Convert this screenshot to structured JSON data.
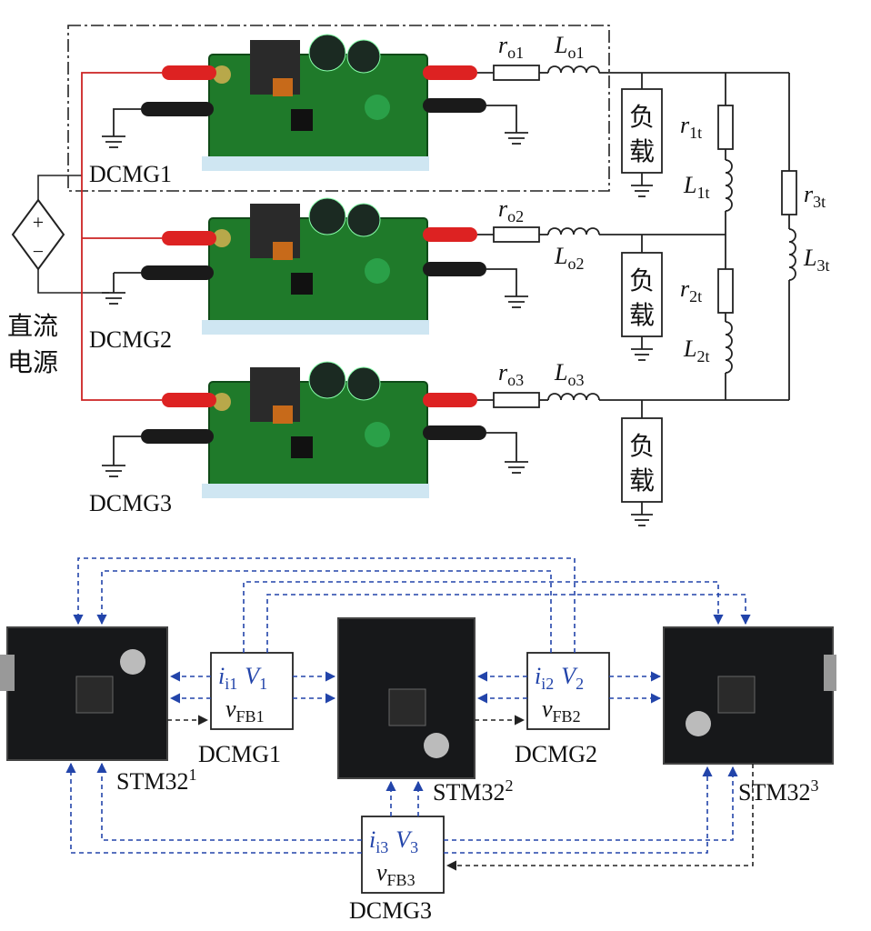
{
  "colors": {
    "wire": "#222222",
    "red_wire": "#cc2222",
    "blue_link": "#2244aa",
    "pcb_green": "#1f7a2a",
    "pcb_dark": "#17181a"
  },
  "icons": [
    "dc-source-icon",
    "ground-icon",
    "resistor-icon",
    "inductor-icon",
    "pcb-board-icon",
    "stm32-board-icon"
  ],
  "top": {
    "source": {
      "label_line1": "直流",
      "label_line2": "电源",
      "plus": "+",
      "minus": "−"
    },
    "units": [
      {
        "name": "DCMG1",
        "r": "r",
        "r_sub": "o1",
        "l": "L",
        "l_sub": "o1"
      },
      {
        "name": "DCMG2",
        "r": "r",
        "r_sub": "o2",
        "l": "L",
        "l_sub": "o2"
      },
      {
        "name": "DCMG3",
        "r": "r",
        "r_sub": "o3",
        "l": "L",
        "l_sub": "o3"
      }
    ],
    "load_label_1": "负",
    "load_label_2": "载",
    "tie_lines": [
      {
        "r": "r",
        "r_sub": "1t",
        "l": "L",
        "l_sub": "1t"
      },
      {
        "r": "r",
        "r_sub": "2t",
        "l": "L",
        "l_sub": "2t"
      },
      {
        "r": "r",
        "r_sub": "3t",
        "l": "L",
        "l_sub": "3t"
      }
    ]
  },
  "bottom": {
    "controllers": [
      {
        "name": "STM32",
        "sup": "1"
      },
      {
        "name": "STM32",
        "sup": "2"
      },
      {
        "name": "STM32",
        "sup": "3"
      }
    ],
    "boxes": [
      {
        "name": "DCMG1",
        "i": "i",
        "i_sub": "i1",
        "v": "V",
        "v_sub": "1",
        "fb": "v",
        "fb_sub": "FB1"
      },
      {
        "name": "DCMG2",
        "i": "i",
        "i_sub": "i2",
        "v": "V",
        "v_sub": "2",
        "fb": "v",
        "fb_sub": "FB2"
      },
      {
        "name": "DCMG3",
        "i": "i",
        "i_sub": "i3",
        "v": "V",
        "v_sub": "3",
        "fb": "v",
        "fb_sub": "FB3"
      }
    ]
  }
}
